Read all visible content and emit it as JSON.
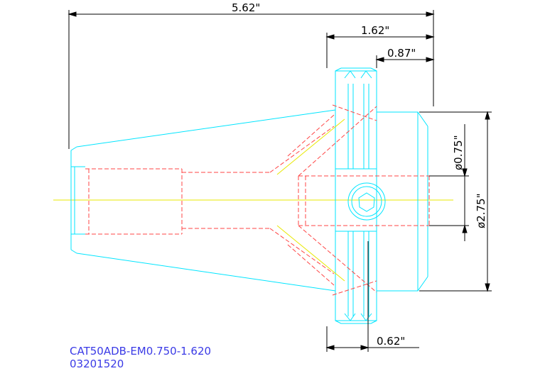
{
  "dimensions": {
    "overall_length": "5.62\"",
    "flange_length": "1.62\"",
    "nose_length": "0.87\"",
    "groove_length": "0.62\"",
    "bore_diameter": "ø0.75\"",
    "nose_diameter": "ø2.75\""
  },
  "title_block": {
    "part_number": "CAT50ADB-EM0.750-1.620",
    "code": "03201520"
  },
  "colors": {
    "outline": "#00e5ff",
    "hidden": "#ff4444",
    "center": "#e8e800",
    "dimension": "#000000",
    "title": "#3a3ae6"
  }
}
